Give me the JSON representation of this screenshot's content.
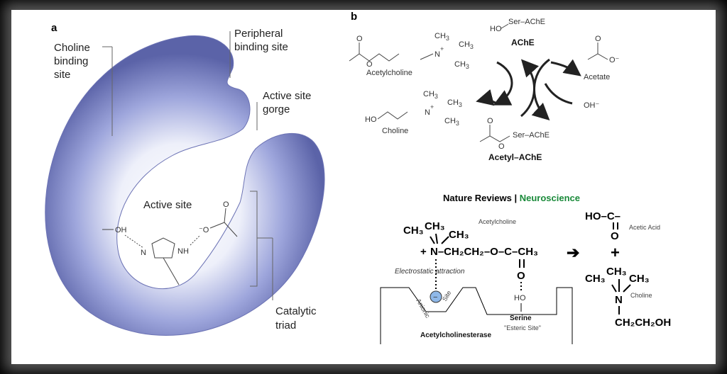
{
  "panel_a": {
    "letter": "a",
    "choline_binding_site": [
      "Choline",
      "binding",
      "site"
    ],
    "peripheral_binding_site": [
      "Peripheral",
      "binding site"
    ],
    "active_site_gorge": [
      "Active site",
      "gorge"
    ],
    "active_site": "Active site",
    "oh": "OH",
    "o_minus": "⁻O",
    "o": "O",
    "n": "N",
    "nh": "NH",
    "catalytic_triad": [
      "Catalytic",
      "triad"
    ]
  },
  "panel_b": {
    "letter": "b",
    "ser_ache_top": "Ser–AChE",
    "ho": "HO",
    "ache": "AChE",
    "acetylcholine": "Acetylcholine",
    "ch3": "CH",
    "sub3": "3",
    "n_plus": "N",
    "plus": "+",
    "acetate": "Acetate",
    "oh_minus": "OH⁻",
    "choline": "Choline",
    "ser_ache": "Ser–AChE",
    "acetyl_ache": "Acetyl–AChE",
    "o": "O",
    "o_minus": "O⁻"
  },
  "credit": {
    "nature_reviews": "Nature Reviews",
    "separator": "|",
    "neuroscience": "Neuroscience",
    "neuroscience_color": "#1a8a3a"
  },
  "panel_c": {
    "acetylcholine": "Acetylcholine",
    "main_formula": "N–CH₂CH₂–O–C–CH₃",
    "plus_sign": "+",
    "ch3_groups": "CH₃",
    "electrostatic": "Electrostatic attraction",
    "anionic": "Anionic",
    "site": "Site",
    "minus": "−",
    "o": "O",
    "ho": "HO",
    "serine": "Serine",
    "esteric": "\"Esteric Site\"",
    "enzyme": "Acetylcholinesterase",
    "acetic_acid_formula": "HO–C–",
    "acetic_acid_label": "Acetic Acid",
    "arrow": "➔",
    "product_plus": "+",
    "choline_label": "Choline",
    "choline_n": "N",
    "choline_tail": "CH₂CH₂OH"
  }
}
